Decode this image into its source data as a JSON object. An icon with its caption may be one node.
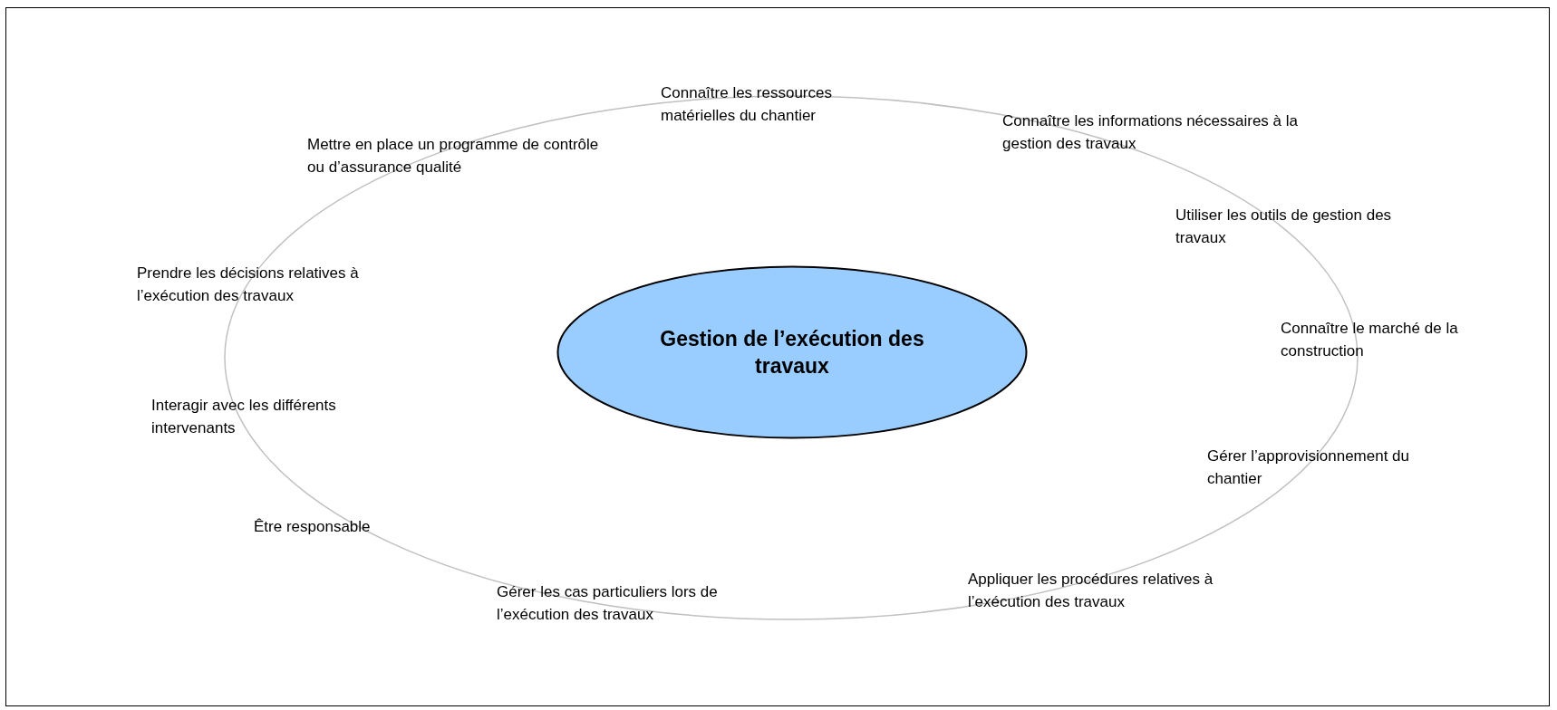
{
  "diagram": {
    "nodes": [
      {
        "text": [
          "Gestion de l’exécution des travaux"
        ]
      }
    ],
    "labels": [
      "Connaître les ressources matérielles du chantier",
      "Connaître les informations nécessaires à la gestion des travaux",
      "Mettre en place un programme de contrôle ou d’assurance qualité",
      "Utiliser les outils de gestion des travaux",
      "Prendre les décisions relatives à l’exécution des travaux",
      "Connaître le marché de la construction",
      "Interagir avec les différents intervenants",
      "Gérer l’approvisionnement du chantier",
      "Être responsable",
      "Appliquer les procédures relatives à l’exécution des travaux",
      "Gérer les cas particuliers lors de l’exécution des travaux"
    ]
  }
}
